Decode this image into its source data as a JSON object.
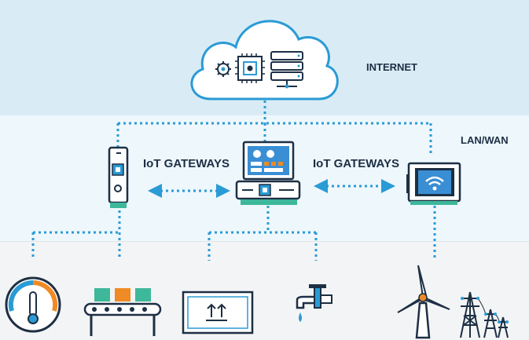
{
  "zones": {
    "internet_label": "INTERNET",
    "lan_label": "LAN/WAN"
  },
  "gateways": {
    "left_label": "IoT GATEWAYS",
    "right_label": "IoT GATEWAYS"
  },
  "colors": {
    "primary_blue": "#2a9bd5",
    "dark_navy": "#1d2f44",
    "accent_orange": "#f08a24",
    "accent_green": "#3db89a",
    "screen_blue": "#3a8ed4",
    "sky_band": "#d9ecf6",
    "lan_band": "#eef7fc",
    "device_band": "#f3f4f5"
  },
  "icons": {
    "cloud": "cloud-icon",
    "gear": "gear-icon",
    "cpu": "cpu-chip-icon",
    "server": "server-stack-icon",
    "handheld_gateway": "handheld-gateway-icon",
    "desktop_gateway": "desktop-gateway-icon",
    "wifi_gateway": "wifi-gateway-icon",
    "thermometer": "thermometer-gauge-icon",
    "conveyor": "conveyor-belt-icon",
    "package": "package-box-icon",
    "faucet": "water-faucet-icon",
    "wind_turbine": "wind-turbine-icon",
    "power_towers": "power-towers-icon"
  }
}
